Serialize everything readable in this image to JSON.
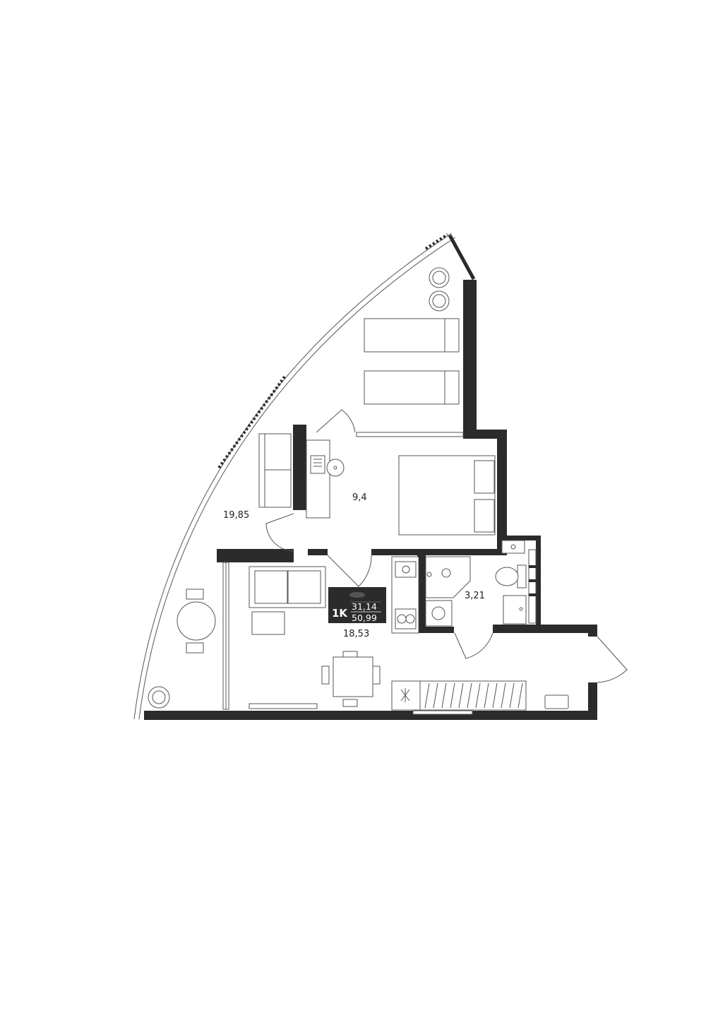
{
  "areas": {
    "terrace": "19,85",
    "bedroom": "9,4",
    "living": "18,53",
    "bathroom": "3,21"
  },
  "badge": {
    "type": "1K",
    "living_area": "31,14",
    "total_area": "50,99"
  }
}
